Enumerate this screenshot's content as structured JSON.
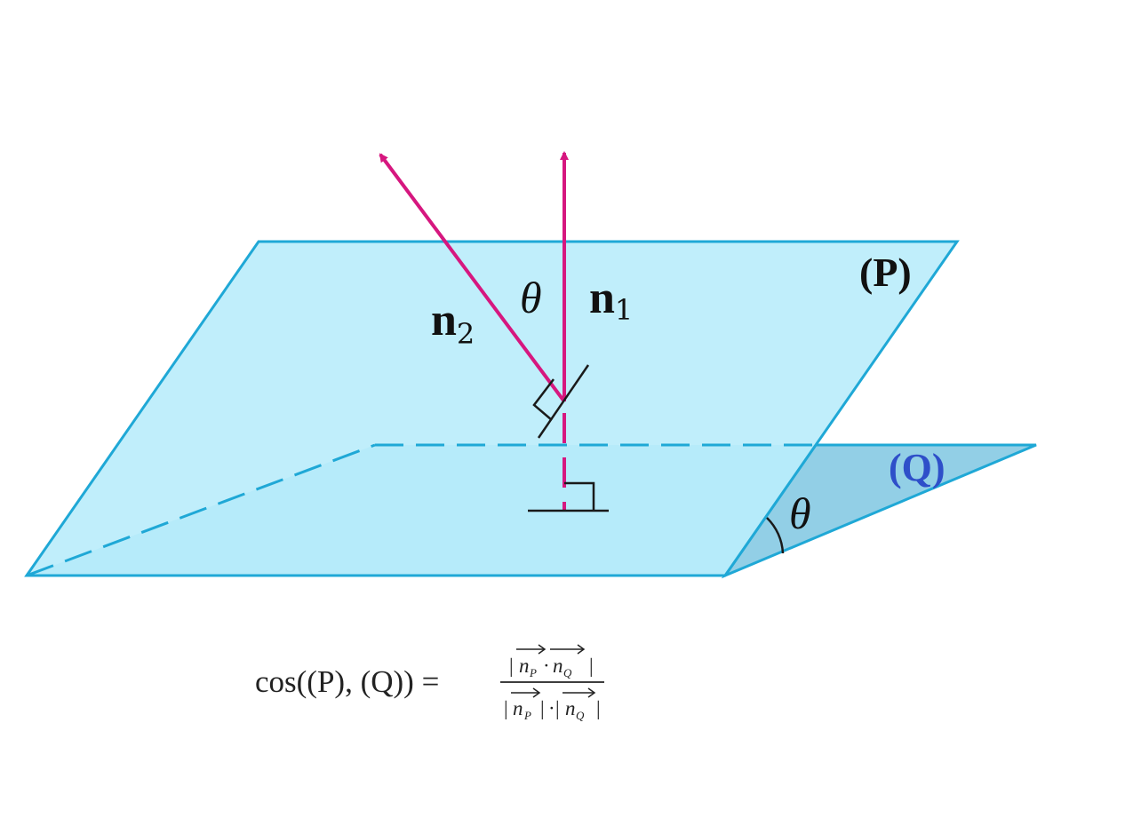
{
  "colors": {
    "plane_fill": "#b7ecfb",
    "plane_stroke": "#1fa8d6",
    "wedge_fill": "#92cfe6",
    "vector": "#d6177f",
    "q_label": "#2e4fc9",
    "text": "#111111"
  },
  "labels": {
    "plane_p": "(P)",
    "plane_q": "(Q)",
    "theta": "θ",
    "n1_letter": "n",
    "n1_sub": "1",
    "n2_letter": "n",
    "n2_sub": "2"
  },
  "formula": {
    "lhs": "cos((P), (Q)) =",
    "n_letter": "n",
    "p_sub": "P",
    "q_sub": "Q",
    "bar": "|",
    "dot": "·"
  }
}
